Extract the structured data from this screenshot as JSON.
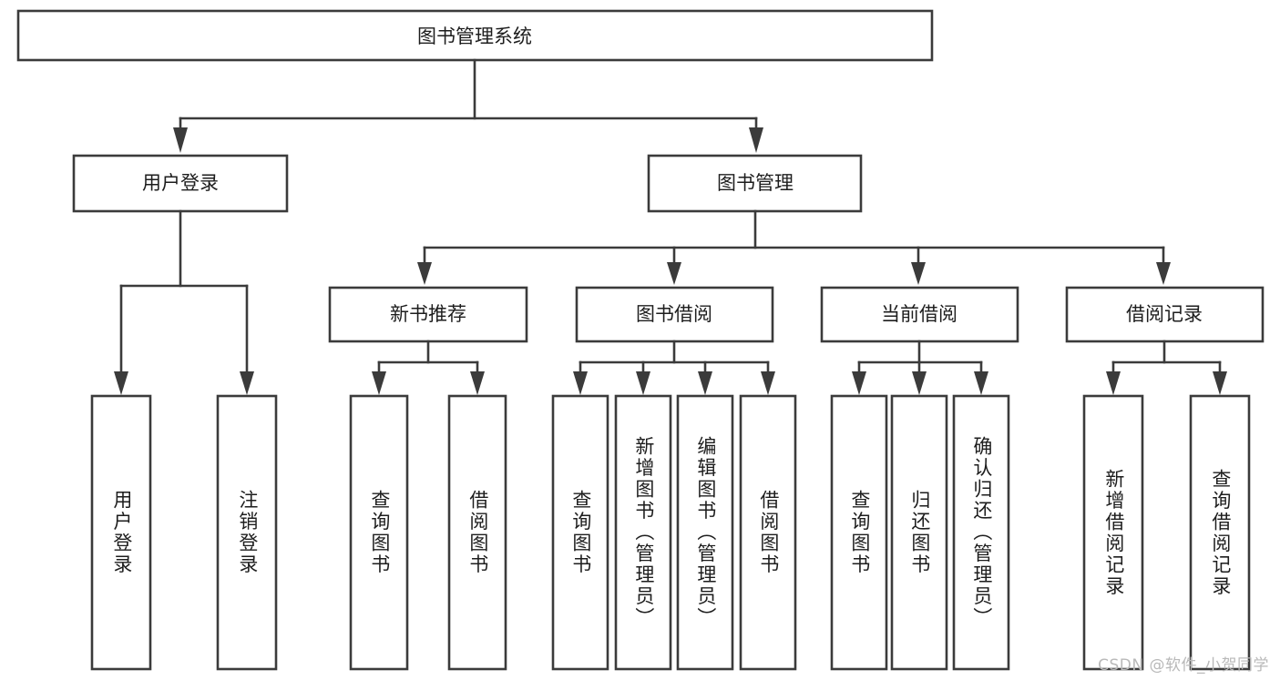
{
  "diagram": {
    "title": "图书管理系统",
    "watermark": "CSDN @软件_小贺同学",
    "levels": {
      "root": {
        "label": "图书管理系统"
      },
      "level2": [
        {
          "label": "用户登录"
        },
        {
          "label": "图书管理"
        }
      ],
      "level3": [
        {
          "label": "新书推荐"
        },
        {
          "label": "图书借阅"
        },
        {
          "label": "当前借阅"
        },
        {
          "label": "借阅记录"
        }
      ],
      "leaves": {
        "user_login": [
          {
            "label": "用户登录"
          },
          {
            "label": "注销登录"
          }
        ],
        "new_book_recommend": [
          {
            "label": "查询图书"
          },
          {
            "label": "借阅图书"
          }
        ],
        "book_borrow": [
          {
            "label": "查询图书"
          },
          {
            "label": "新增图书（管理员）"
          },
          {
            "label": "编辑图书（管理员）"
          },
          {
            "label": "借阅图书"
          }
        ],
        "current_borrow": [
          {
            "label": "查询图书"
          },
          {
            "label": "归还图书"
          },
          {
            "label": "确认归还（管理员）"
          }
        ],
        "borrow_record": [
          {
            "label": "新增借阅记录"
          },
          {
            "label": "查询借阅记录"
          }
        ]
      }
    },
    "colors": {
      "stroke": "#3b3b3b",
      "fill": "#ffffff",
      "text": "#1d1d1d",
      "watermark": "#b9b9b9"
    }
  }
}
